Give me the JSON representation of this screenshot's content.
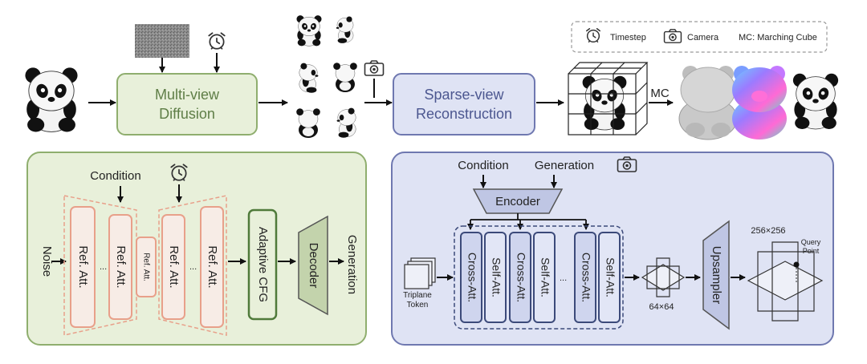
{
  "top": {
    "multiview_diffusion": {
      "line1": "Multi-view",
      "line2": "Diffusion"
    },
    "sparse_view_reconstruction": {
      "line1": "Sparse-view",
      "line2": "Reconstruction"
    },
    "mc_label": "MC"
  },
  "legend": {
    "timestep": "Timestep",
    "camera": "Camera",
    "mc": "MC: Marching Cube"
  },
  "left_panel": {
    "condition": "Condition",
    "noise": "Noise",
    "ref_att": "Ref. Att.",
    "ref_att_small": "Ref. Att.",
    "ellipsis": "...",
    "adaptive_cfg": "Adaptive CFG",
    "decoder": "Decoder",
    "generation": "Generation"
  },
  "right_panel": {
    "condition": "Condition",
    "generation": "Generation",
    "encoder": "Encoder",
    "triplane_line1": "Triplane",
    "triplane_line2": "Token",
    "cross_att": "Cross-Att.",
    "self_att": "Self-Att.",
    "ellipsis": "...",
    "size_64": "64×64",
    "upsampler": "Upsampler",
    "size_256": "256×256",
    "query_line1": "Query",
    "query_line2": "Point"
  },
  "colors": {
    "green_fill": "#e8f0da",
    "green_stroke": "#8fae6e",
    "blue_fill": "#dfe3f4",
    "blue_stroke": "#6f78b0",
    "salmon": "#e8a08a",
    "dark_green": "#4f7a3a",
    "dark_blue": "#3c4a7a"
  }
}
